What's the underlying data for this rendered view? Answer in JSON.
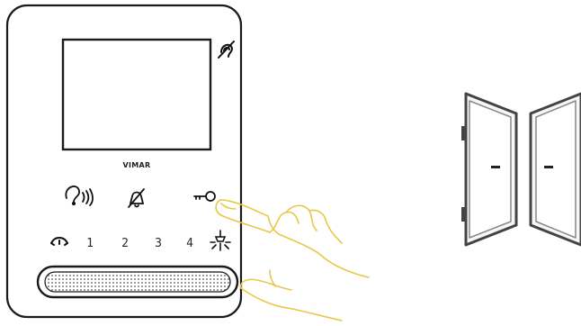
{
  "device": {
    "brand": "VIMAR",
    "buttons": [
      {
        "id": "audio",
        "icon": "ear-audio-icon"
      },
      {
        "id": "mute",
        "icon": "bell-mute-icon"
      },
      {
        "id": "lock",
        "icon": "door-key-icon"
      }
    ],
    "keys": [
      {
        "id": "handset",
        "icon": "handset-icon",
        "label": ""
      },
      {
        "id": "k1",
        "icon": "",
        "label": "1"
      },
      {
        "id": "k2",
        "icon": "",
        "label": "2"
      },
      {
        "id": "k3",
        "icon": "",
        "label": "3"
      },
      {
        "id": "k4",
        "icon": "",
        "label": "4"
      },
      {
        "id": "light",
        "icon": "stair-light-icon",
        "label": ""
      }
    ],
    "status_icon": "hearing-aid-icon"
  },
  "colors": {
    "outline": "#1a1a1a",
    "hand": "#e8c84a",
    "door_fill": "#f6f6f6",
    "door_stroke": "#444444"
  }
}
